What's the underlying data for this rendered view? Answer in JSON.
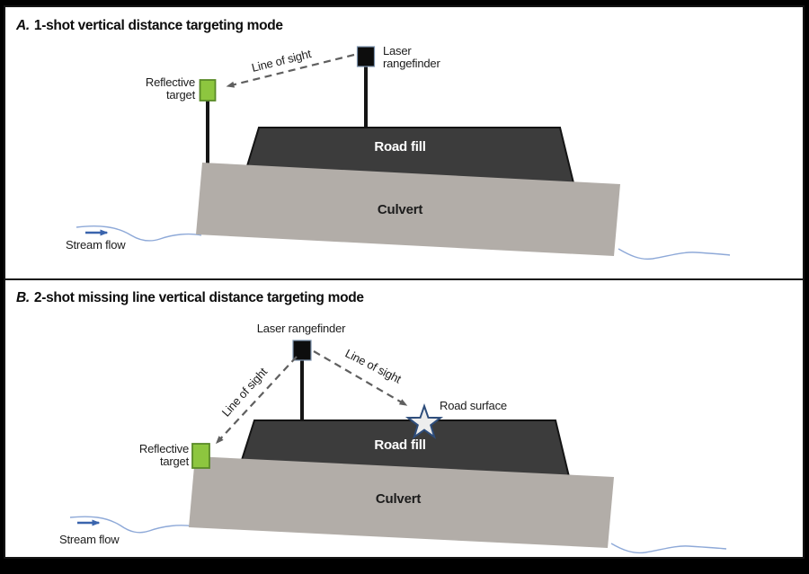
{
  "panel_a": {
    "title_letter": "A.",
    "title_text": "1-shot vertical distance targeting mode",
    "labels": {
      "reflective_target_line1": "Reflective",
      "reflective_target_line2": "target",
      "line_of_sight": "Line of sight",
      "laser_line1": "Laser",
      "laser_line2": "rangefinder",
      "road_fill": "Road fill",
      "culvert": "Culvert",
      "stream_flow": "Stream flow"
    }
  },
  "panel_b": {
    "title_letter": "B.",
    "title_text": "2-shot missing line vertical distance targeting mode",
    "labels": {
      "laser_rangefinder": "Laser rangefinder",
      "line_of_sight_left": "Line of sight",
      "line_of_sight_right": "Line of sight",
      "road_surface": "Road surface",
      "reflective_target_line1": "Reflective",
      "reflective_target_line2": "target",
      "road_fill": "Road fill",
      "culvert": "Culvert",
      "stream_flow": "Stream flow"
    }
  },
  "colors": {
    "frame_black": "#000000",
    "outline_black": "#141414",
    "road_fill_gray": "#3c3c3c",
    "culvert_gray": "#b2ada8",
    "reflective_target_green": "#8dc63f",
    "target_border_green": "#5a8a28",
    "laser_black": "#0d0d0d",
    "laser_border": "#7d93ad",
    "dashed_gray": "#5f5f5f",
    "stream_blue": "#8ea9d8",
    "arrow_blue": "#3a64ad",
    "star_fill": "#ededed",
    "star_border": "#2e4d7b"
  }
}
